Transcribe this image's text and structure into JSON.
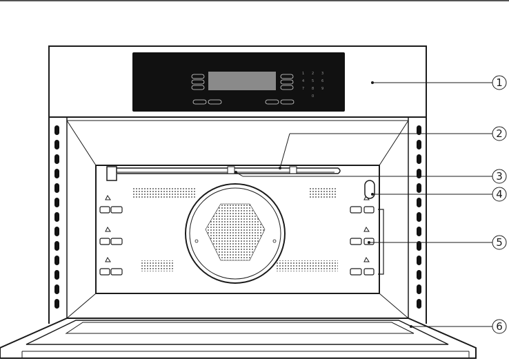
{
  "diagram": {
    "callouts": [
      {
        "id": "1",
        "label": "1"
      },
      {
        "id": "2",
        "label": "2"
      },
      {
        "id": "3",
        "label": "3"
      },
      {
        "id": "4",
        "label": "4"
      },
      {
        "id": "5",
        "label": "5"
      },
      {
        "id": "6",
        "label": "6"
      }
    ],
    "control_panel": {
      "keypad": [
        "1",
        "2",
        "3",
        "4",
        "5",
        "6",
        "7",
        "8",
        "9",
        "0"
      ]
    },
    "colors": {
      "line": "#1a1a1a",
      "panel": "#111111",
      "display": "#8a8a8a",
      "grille": "#2a2a2a"
    }
  }
}
